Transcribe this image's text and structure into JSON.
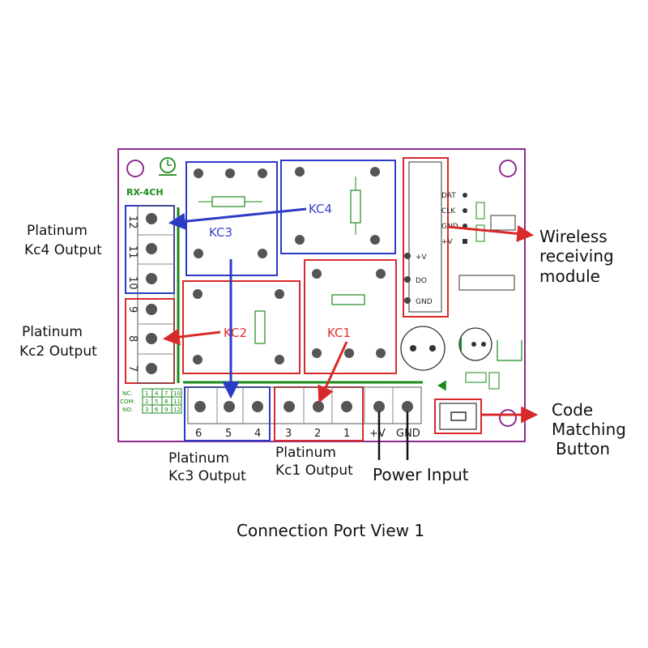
{
  "board": {
    "model": "RX-4CH",
    "relays": {
      "kc1": "KC1",
      "kc2": "KC2",
      "kc3": "KC3",
      "kc4": "KC4"
    },
    "left_terminals": [
      "12",
      "11",
      "10",
      "9",
      "8",
      "7"
    ],
    "bottom_terminals": [
      "6",
      "5",
      "4",
      "3",
      "2",
      "1",
      "+V",
      "GND"
    ],
    "module_pins": [
      "+V",
      "DO",
      "GND"
    ],
    "header_pins": [
      "DAT",
      "CLK",
      "GND",
      "+V"
    ],
    "legend_labels": [
      "NC:",
      "COM:",
      "NO:"
    ],
    "legend_grid": [
      [
        "1",
        "4",
        "7",
        "10"
      ],
      [
        "2",
        "5",
        "8",
        "11"
      ],
      [
        "3",
        "6",
        "9",
        "12"
      ]
    ]
  },
  "callouts": {
    "kc4_output": [
      "Platinum",
      "Kc4 Output"
    ],
    "kc2_output": [
      "Platinum",
      "Kc2 Output"
    ],
    "kc3_output": [
      "Platinum",
      "Kc3 Output"
    ],
    "kc1_output": [
      "Platinum",
      "Kc1 Output"
    ],
    "power_input": "Power Input",
    "wireless_module": [
      "Wireless",
      "receiving",
      "module"
    ],
    "code_button": [
      "Code",
      "Matching",
      "Button"
    ]
  },
  "caption": "Connection Port View 1",
  "colors": {
    "board_outline": "#8e2b8e",
    "pcb_green": "#1a8a1a",
    "blue": "#2b3bc6",
    "red": "#d82a2a"
  }
}
